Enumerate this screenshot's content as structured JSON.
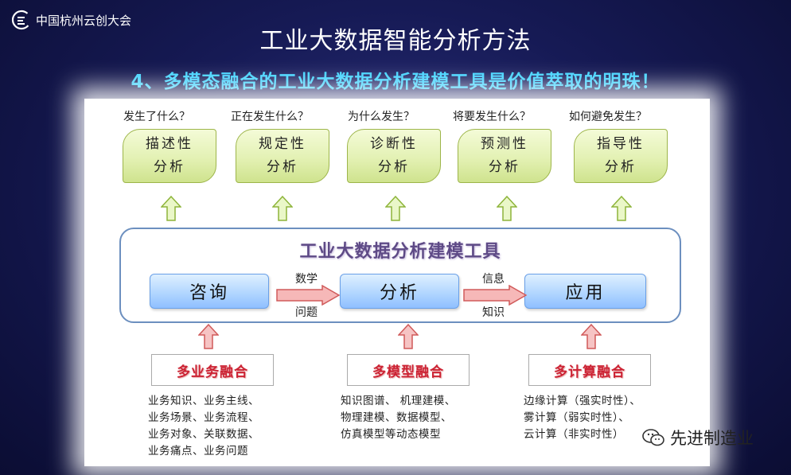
{
  "logo": {
    "text": "中国杭州云创大会"
  },
  "title": "工业大数据智能分析方法",
  "subtitle": "4、多模态融合的工业大数据分析建模工具是价值萃取的明珠！",
  "analyses": [
    {
      "question": "发生了什么？",
      "line1": "描述性",
      "line2": "分析"
    },
    {
      "question": "正在发生什么？",
      "line1": "规定性",
      "line2": "分析"
    },
    {
      "question": "为什么发生？",
      "line1": "诊断性",
      "line2": "分析"
    },
    {
      "question": "将要发生什么？",
      "line1": "预测性",
      "line2": "分析"
    },
    {
      "question": "如何避免发生？",
      "line1": "指导性",
      "line2": "分析"
    }
  ],
  "toolbox": {
    "title": "工业大数据分析建模工具",
    "steps": [
      "咨询",
      "分析",
      "应用"
    ],
    "arrow1": {
      "top": "数学",
      "bottom": "问题"
    },
    "arrow2": {
      "top": "信息",
      "bottom": "知识"
    }
  },
  "fusions": [
    {
      "title": "多业务融合",
      "lines": [
        "业务知识、业务主线、",
        "业务场景、业务流程、",
        "业务对象、关联数据、",
        "业务痛点、业务问题"
      ]
    },
    {
      "title": "多模型融合",
      "lines": [
        "知识图谱、 机理建模、",
        "物理建模、数据模型、",
        "仿真模型等动态模型"
      ]
    },
    {
      "title": "多计算融合",
      "lines": [
        "边缘计算（强实时性）、",
        "雾计算（弱实时性）、",
        "云计算（非实时性）"
      ]
    }
  ],
  "watermark": {
    "text": "先进制造业"
  },
  "colors": {
    "subtitle": "#3fd3ff",
    "scroll": "#e3f1b3",
    "step_box": "#aed4ff",
    "fusion_text": "#cc2233",
    "toolbox_border": "#6c8fbf"
  }
}
